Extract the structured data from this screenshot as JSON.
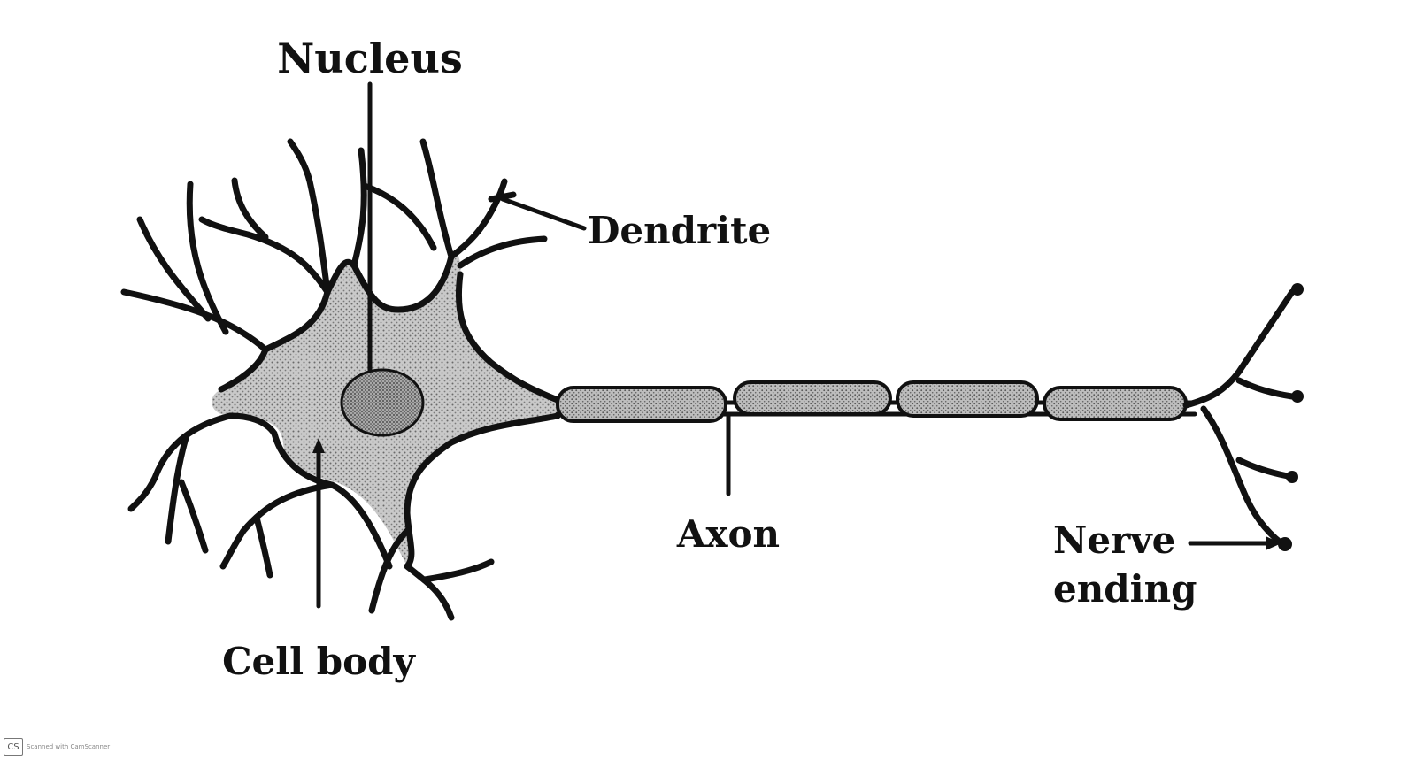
{
  "diagram": {
    "labels": {
      "nucleus": "Nucleus",
      "dendrite": "Dendrite",
      "axon": "Axon",
      "nerve_ending_line1": "Nerve",
      "nerve_ending_line2": "ending",
      "cell_body": "Cell body"
    }
  },
  "watermark": {
    "logo": "CS",
    "text": "Scanned with CamScanner"
  }
}
